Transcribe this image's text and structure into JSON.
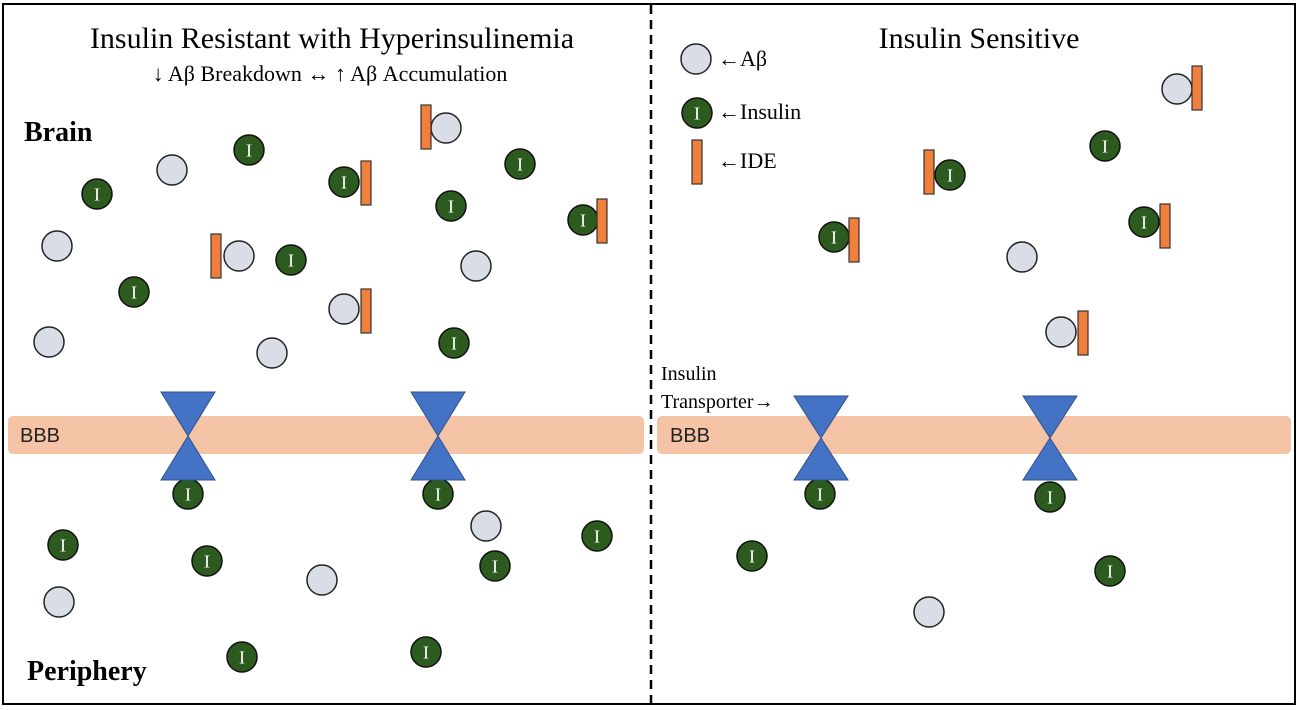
{
  "colors": {
    "abeta_fill": "#d9dee6",
    "abeta_stroke": "#222222",
    "insulin_fill": "#2d5a1e",
    "insulin_stroke": "#111111",
    "ide_fill": "#ef7f3a",
    "ide_stroke": "#333333",
    "bbb_fill": "#f5c4a6",
    "transporter_fill": "#4472c4",
    "transporter_stroke": "#2f528f",
    "frame": "#000000"
  },
  "left_panel": {
    "title": "Insulin Resistant with Hyperinsulinemia",
    "subtitle": "↓ Aβ Breakdown ↔ ↑ Aβ Accumulation",
    "brain_label": "Brain",
    "periphery_label": "Periphery",
    "bbb_label": "BBB"
  },
  "right_panel": {
    "title": "Insulin Sensitive",
    "bbb_label": "BBB",
    "transporter_label_line1": "Insulin",
    "transporter_label_line2": "Transporter→"
  },
  "legend": {
    "abeta": "←Aβ",
    "insulin": "←Insulin",
    "ide": "←IDE"
  },
  "insulin_symbol": "I"
}
